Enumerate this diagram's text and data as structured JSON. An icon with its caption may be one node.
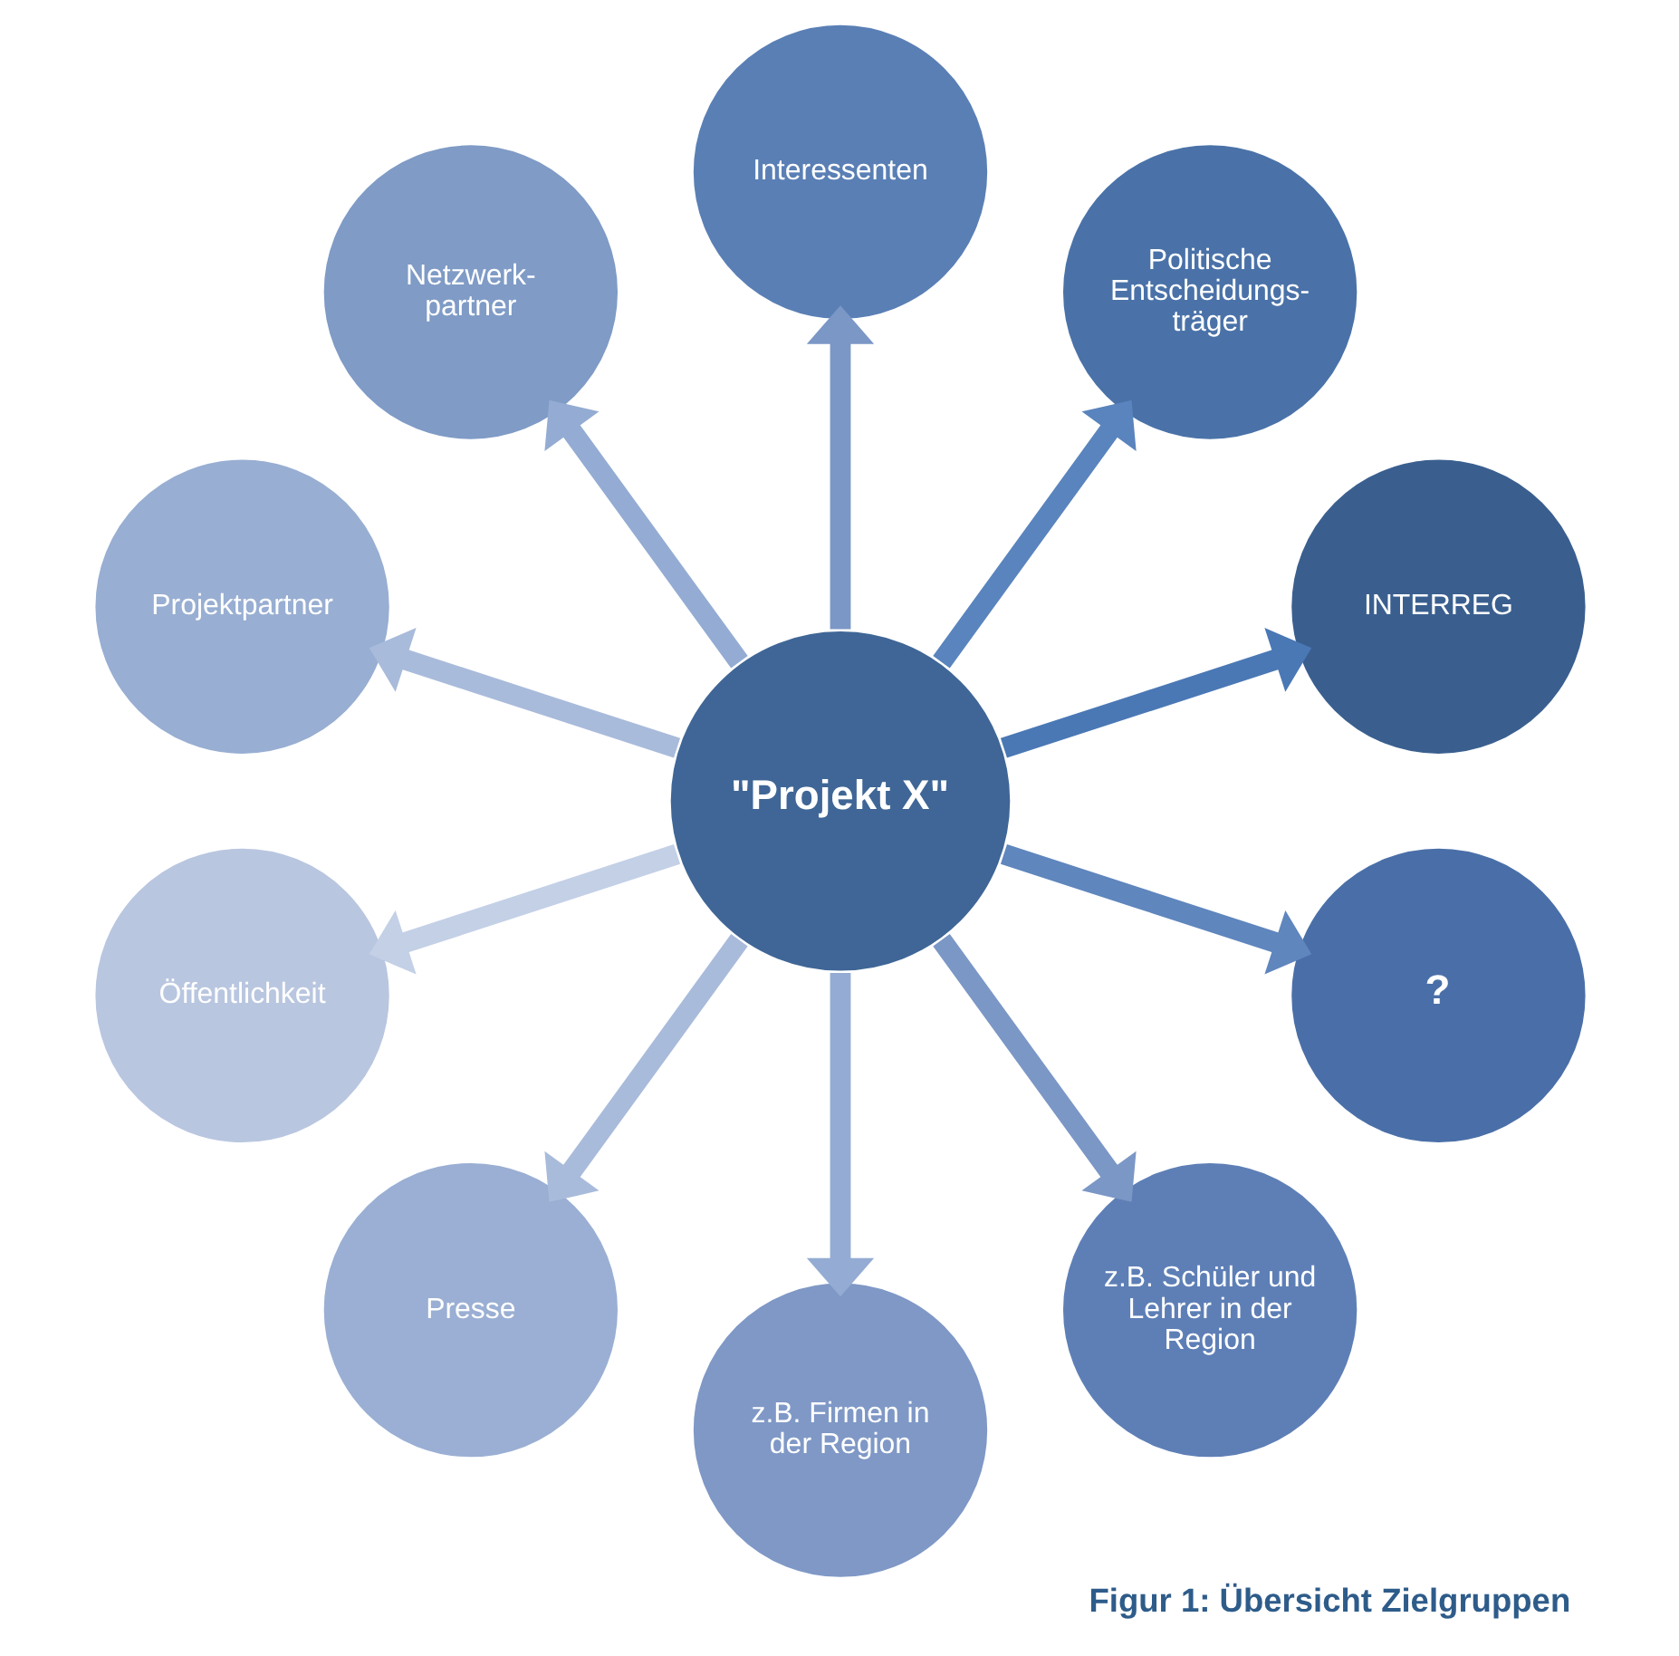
{
  "diagram": {
    "caption": "Figur 1: Übersicht Zielgruppen",
    "nodes": [
      {
        "text": [
          "\"Projekt X\""
        ]
      },
      {
        "text": [
          "INTERREG"
        ]
      },
      {
        "text": [
          "Politische Entscheidungs- träger"
        ]
      },
      {
        "text": [
          "Interessenten"
        ]
      },
      {
        "text": [
          "Netzwerk- partner"
        ]
      },
      {
        "text": [
          "Projektpartner"
        ]
      },
      {
        "text": [
          "Öffentlichkeit"
        ]
      },
      {
        "text": [
          "Presse"
        ]
      },
      {
        "text": [
          "z.B. Firmen in der Region"
        ]
      },
      {
        "text": [
          "z.B. Schüler und Lehrer in der Region"
        ]
      },
      {
        "text": [
          "?"
        ]
      }
    ],
    "edges": [
      {
        "from": 0,
        "to": 1,
        "arrow": "to",
        "color": "#4a78b5"
      },
      {
        "from": 0,
        "to": 2,
        "arrow": "to",
        "color": "#5a84bd"
      },
      {
        "from": 0,
        "to": 3,
        "arrow": "to",
        "color": "#7b97c6"
      },
      {
        "from": 0,
        "to": 4,
        "arrow": "to",
        "color": "#94acd3"
      },
      {
        "from": 0,
        "to": 5,
        "arrow": "to",
        "color": "#a9bbdb"
      },
      {
        "from": 0,
        "to": 6,
        "arrow": "to",
        "color": "#c3d0e6"
      },
      {
        "from": 0,
        "to": 7,
        "arrow": "to",
        "color": "#a9bbdb"
      },
      {
        "from": 0,
        "to": 8,
        "arrow": "to",
        "color": "#94acd3"
      },
      {
        "from": 0,
        "to": 9,
        "arrow": "to",
        "color": "#7b97c6"
      },
      {
        "from": 0,
        "to": 10,
        "arrow": "to",
        "color": "#5f86bd"
      }
    ]
  }
}
